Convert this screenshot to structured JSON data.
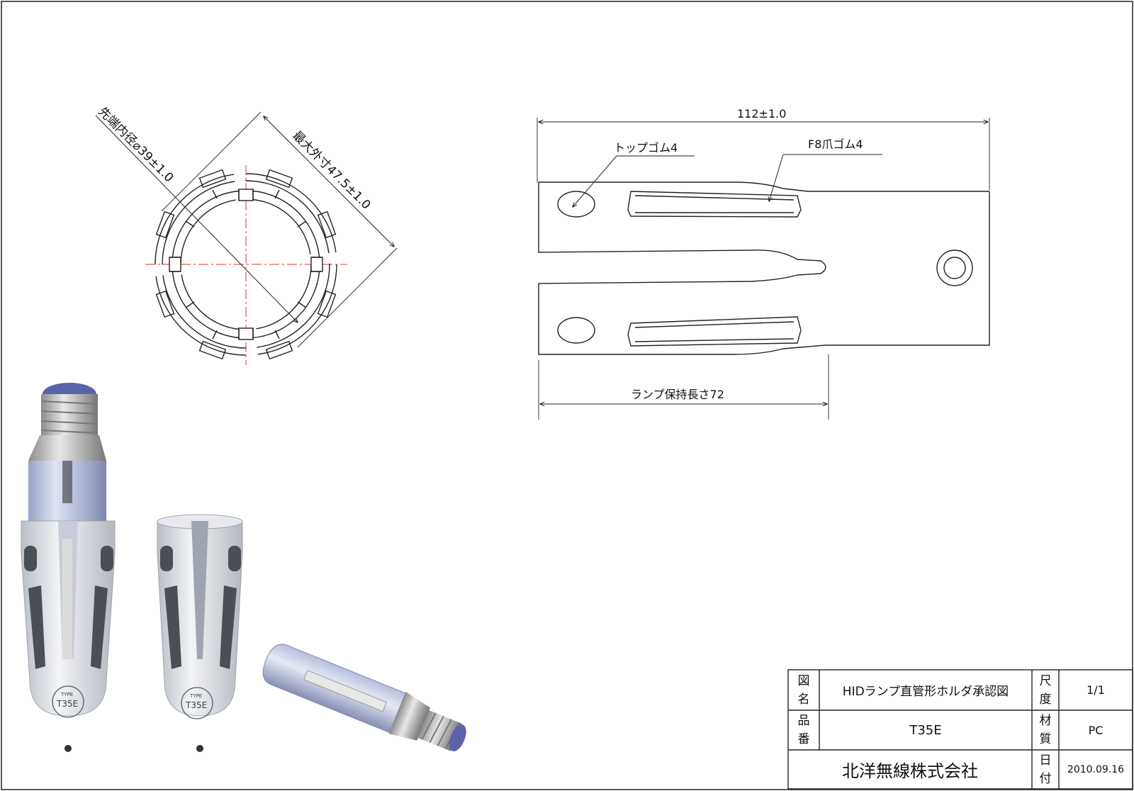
{
  "left_drawing": {
    "dim_inner_diameter": "先端内径⌀39±1.0",
    "dim_max_outer": "最大外寸47.5±1.0"
  },
  "right_drawing": {
    "dim_length": "112±1.0",
    "label_top_rubber": "トップゴム4",
    "label_claw_rubber": "F8爪ゴム4",
    "dim_holding_length": "ランプ保持長さ72"
  },
  "photo": {
    "badge_type": "TYPE",
    "badge_model": "T35E"
  },
  "title_block": {
    "name_label": [
      "図",
      "名"
    ],
    "name_value": "HIDランプ直管形ホルダ承認図",
    "scale_label": [
      "尺",
      "度"
    ],
    "scale_value": "1/1",
    "part_label": [
      "品",
      "番"
    ],
    "part_value": "T35E",
    "material_label": [
      "材",
      "質"
    ],
    "material_value": "PC",
    "company": "北洋無線株式会社",
    "date_label": [
      "日",
      "付"
    ],
    "date_value": "2010.09.16"
  }
}
